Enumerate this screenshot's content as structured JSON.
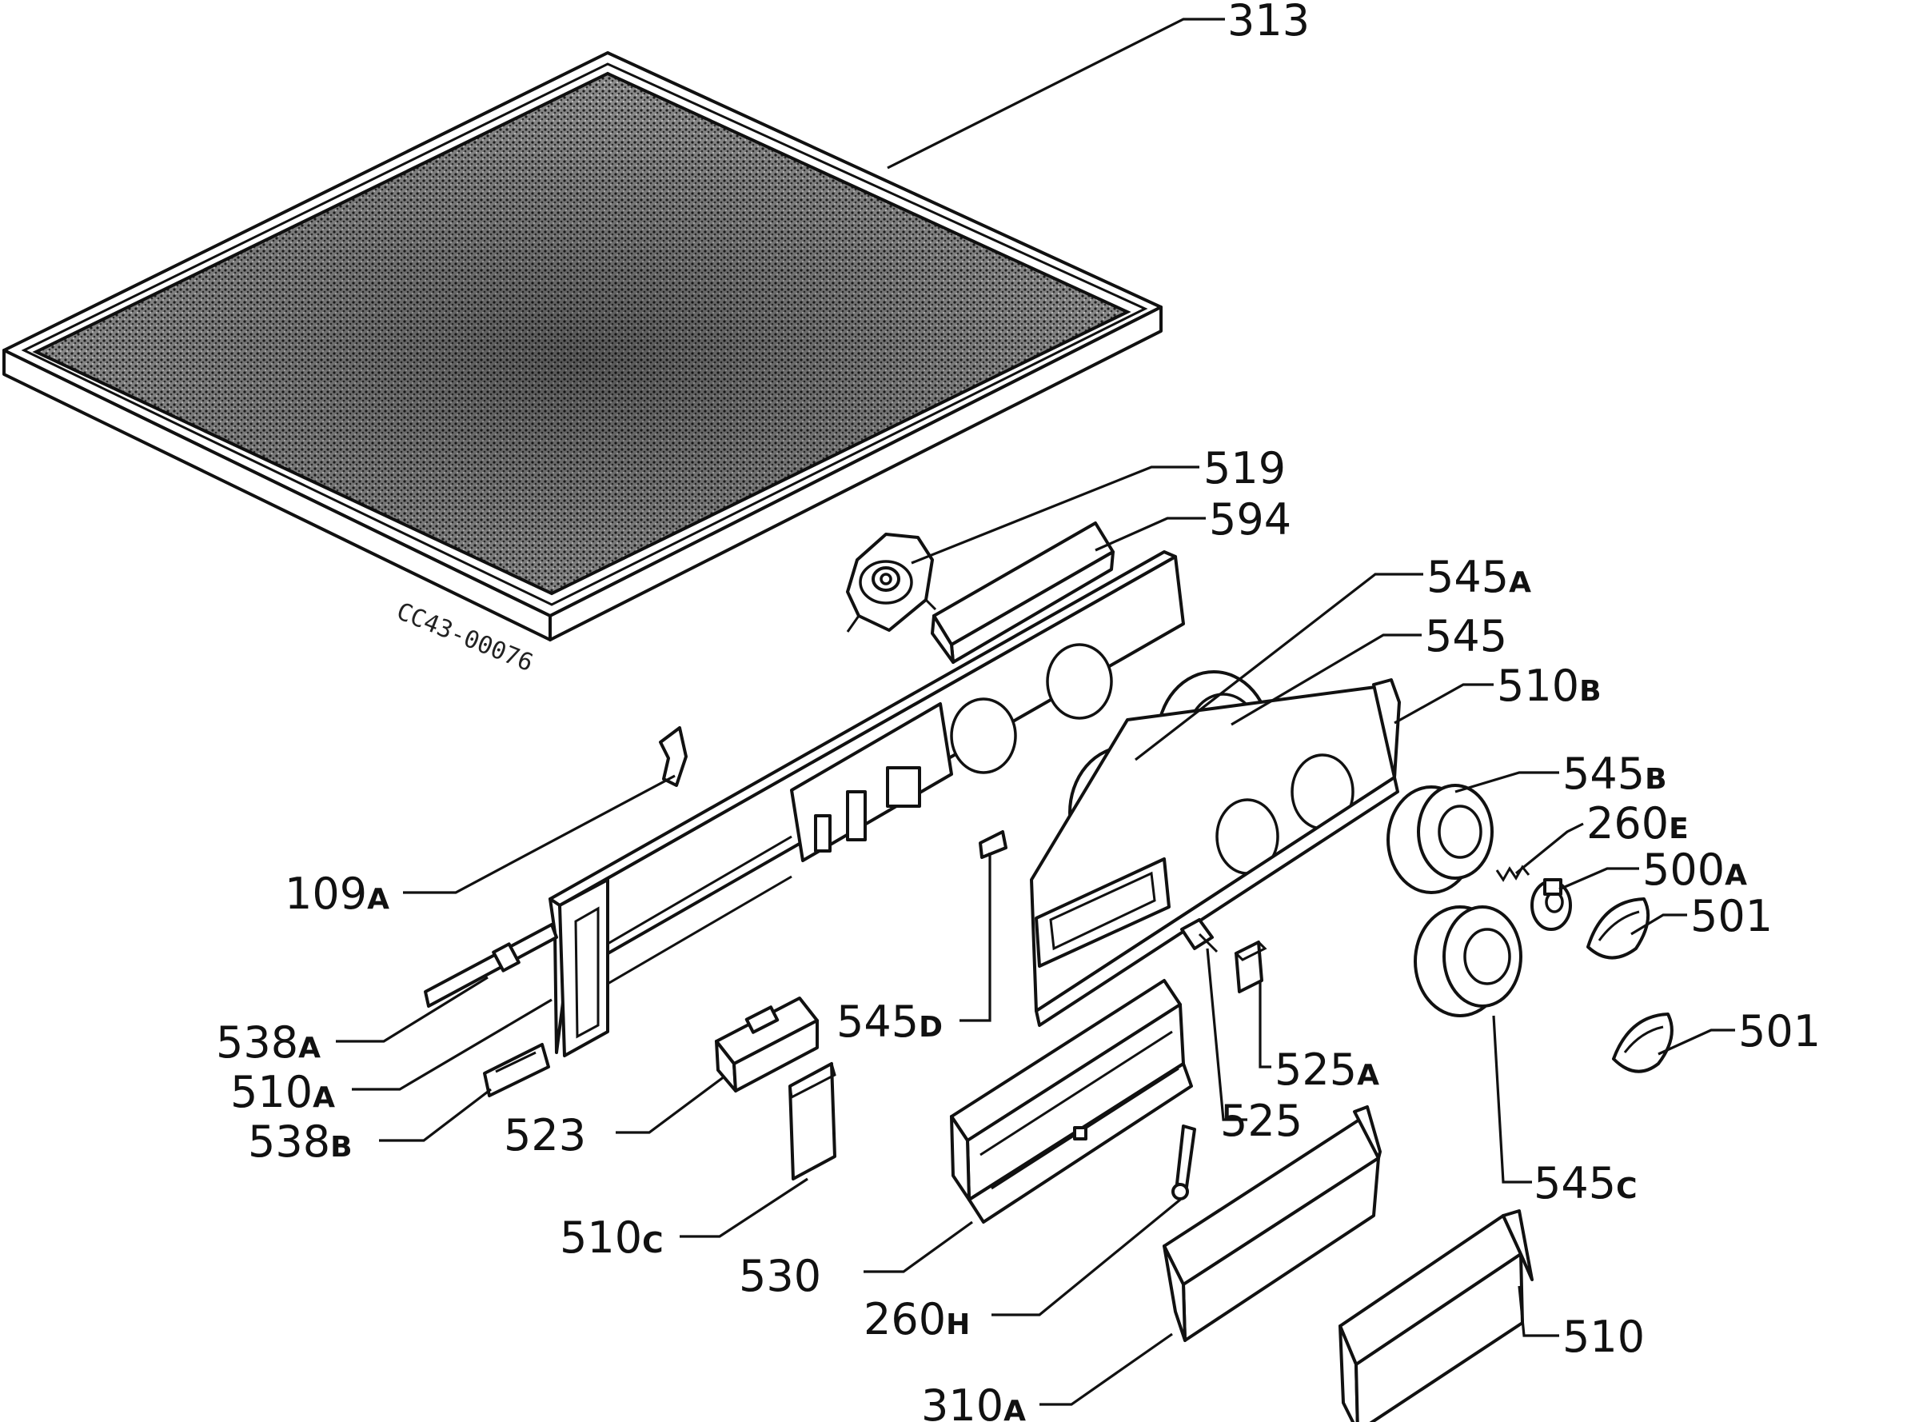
{
  "drawing_code": "CC43-00076",
  "labels": {
    "p313": {
      "num": "313",
      "suffix": ""
    },
    "p519": {
      "num": "519",
      "suffix": ""
    },
    "p594": {
      "num": "594",
      "suffix": ""
    },
    "p545A": {
      "num": "545",
      "suffix": "A"
    },
    "p545": {
      "num": "545",
      "suffix": ""
    },
    "p510B": {
      "num": "510",
      "suffix": "B"
    },
    "p545B": {
      "num": "545",
      "suffix": "B"
    },
    "p260E": {
      "num": "260",
      "suffix": "E"
    },
    "p500A": {
      "num": "500",
      "suffix": "A"
    },
    "p501a": {
      "num": "501",
      "suffix": ""
    },
    "p501b": {
      "num": "501",
      "suffix": ""
    },
    "p109A": {
      "num": "109",
      "suffix": "A"
    },
    "p538A": {
      "num": "538",
      "suffix": "A"
    },
    "p510A": {
      "num": "510",
      "suffix": "A"
    },
    "p538B": {
      "num": "538",
      "suffix": "B"
    },
    "p523": {
      "num": "523",
      "suffix": ""
    },
    "p510C": {
      "num": "510",
      "suffix": "C"
    },
    "p545D": {
      "num": "545",
      "suffix": "D"
    },
    "p525A": {
      "num": "525",
      "suffix": "A"
    },
    "p525": {
      "num": "525",
      "suffix": ""
    },
    "p545C": {
      "num": "545",
      "suffix": "C"
    },
    "p530": {
      "num": "530",
      "suffix": ""
    },
    "p260H": {
      "num": "260",
      "suffix": "H"
    },
    "p310A": {
      "num": "310",
      "suffix": "A"
    },
    "p510": {
      "num": "510",
      "suffix": ""
    }
  },
  "colors": {
    "ink": "#111111",
    "paper": "#ffffff",
    "filter_fill": "#6e6e6e"
  }
}
